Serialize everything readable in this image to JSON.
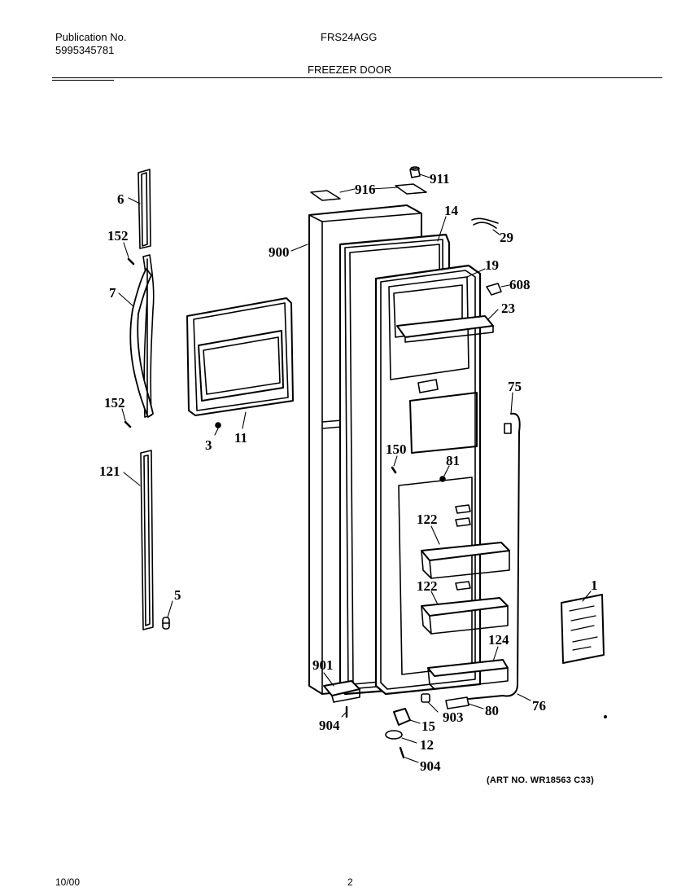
{
  "header": {
    "publication_label": "Publication No.",
    "publication_number": "5995345781",
    "model": "FRS24AGG",
    "section_title": "FREEZER DOOR"
  },
  "diagram": {
    "callouts": [
      {
        "id": "c911",
        "text": "911"
      },
      {
        "id": "c916",
        "text": "916"
      },
      {
        "id": "c6",
        "text": "6"
      },
      {
        "id": "c14",
        "text": "14"
      },
      {
        "id": "c29",
        "text": "29"
      },
      {
        "id": "c152a",
        "text": "152"
      },
      {
        "id": "c900",
        "text": "900"
      },
      {
        "id": "c19",
        "text": "19"
      },
      {
        "id": "c608",
        "text": "608"
      },
      {
        "id": "c7",
        "text": "7"
      },
      {
        "id": "c23",
        "text": "23"
      },
      {
        "id": "c75",
        "text": "75"
      },
      {
        "id": "c152b",
        "text": "152"
      },
      {
        "id": "c3",
        "text": "3"
      },
      {
        "id": "c11",
        "text": "11"
      },
      {
        "id": "c150",
        "text": "150"
      },
      {
        "id": "c81",
        "text": "81"
      },
      {
        "id": "c121",
        "text": "121"
      },
      {
        "id": "c122a",
        "text": "122"
      },
      {
        "id": "c122b",
        "text": "122"
      },
      {
        "id": "c1",
        "text": "1"
      },
      {
        "id": "c5",
        "text": "5"
      },
      {
        "id": "c124",
        "text": "124"
      },
      {
        "id": "c901",
        "text": "901"
      },
      {
        "id": "c76",
        "text": "76"
      },
      {
        "id": "c903",
        "text": "903"
      },
      {
        "id": "c80",
        "text": "80"
      },
      {
        "id": "c904a",
        "text": "904"
      },
      {
        "id": "c15",
        "text": "15"
      },
      {
        "id": "c12",
        "text": "12"
      },
      {
        "id": "c904b",
        "text": "904"
      }
    ]
  },
  "art_number": "(ART NO. WR18563 C33)",
  "footer": {
    "date": "10/00",
    "page": "2"
  }
}
